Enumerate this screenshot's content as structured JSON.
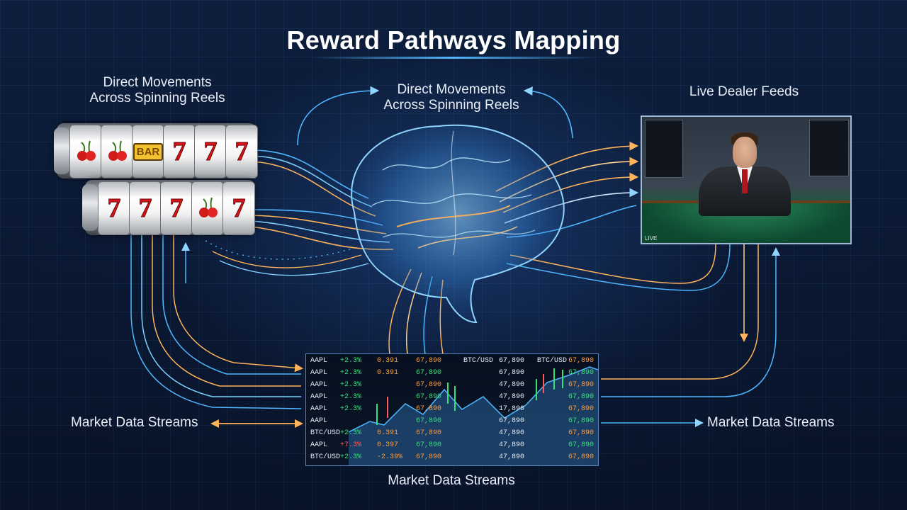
{
  "title": "Reward Pathways Mapping",
  "labels": {
    "reels_left": [
      "Direct Movements",
      "Across Spinning Reels"
    ],
    "reels_top": [
      "Direct Movements",
      "Across Spinning Reels"
    ],
    "live_dealer": "Live Dealer Feeds",
    "market_left": "Market Data Streams",
    "market_right": "Market Data Streams",
    "market_bottom": "Market Data Streams"
  },
  "slot_reels": {
    "top_row": [
      "cherry-icon",
      "cherry-icon",
      "BAR",
      "7",
      "7",
      "7"
    ],
    "bottom_row": [
      "7",
      "7",
      "7",
      "cherry-icon",
      "7"
    ]
  },
  "colors": {
    "accent_blue": "#3fb4ff",
    "accent_orange": "#ffa43a",
    "background": "#0b1a33"
  },
  "market": {
    "rows": [
      [
        "AAPL",
        "+2.3%",
        "0.391",
        "67,890",
        "BTC/USD",
        "67,890",
        "BTC/USD",
        "67,890"
      ],
      [
        "AAPL",
        "+2.3%",
        "0.391",
        "67,890",
        "",
        "67,890",
        "",
        "67,890"
      ],
      [
        "AAPL",
        "+2.3%",
        "",
        "67,890",
        "",
        "47,890",
        "",
        "67,890"
      ],
      [
        "AAPL",
        "+2.3%",
        "",
        "67,890",
        "",
        "47,890",
        "",
        "67,890"
      ],
      [
        "AAPL",
        "+2.3%",
        "",
        "67,890",
        "",
        "17,890",
        "",
        "67,890"
      ],
      [
        "AAPL",
        "",
        "",
        "67,890",
        "",
        "67,890",
        "",
        "67,890"
      ],
      [
        "BTC/USD",
        "+2.3%",
        "0.391",
        "67,890",
        "",
        "47,890",
        "",
        "67,890"
      ],
      [
        "AAPL",
        "+7.3%",
        "0.397",
        "67,890",
        "",
        "47,890",
        "",
        "67,890"
      ],
      [
        "BTC/USD",
        "+2.3%",
        "-2.39%",
        "67,890",
        "",
        "47,890",
        "",
        "67,890"
      ]
    ]
  },
  "live_dealer_panel": {
    "hud_text": "LIVE"
  }
}
